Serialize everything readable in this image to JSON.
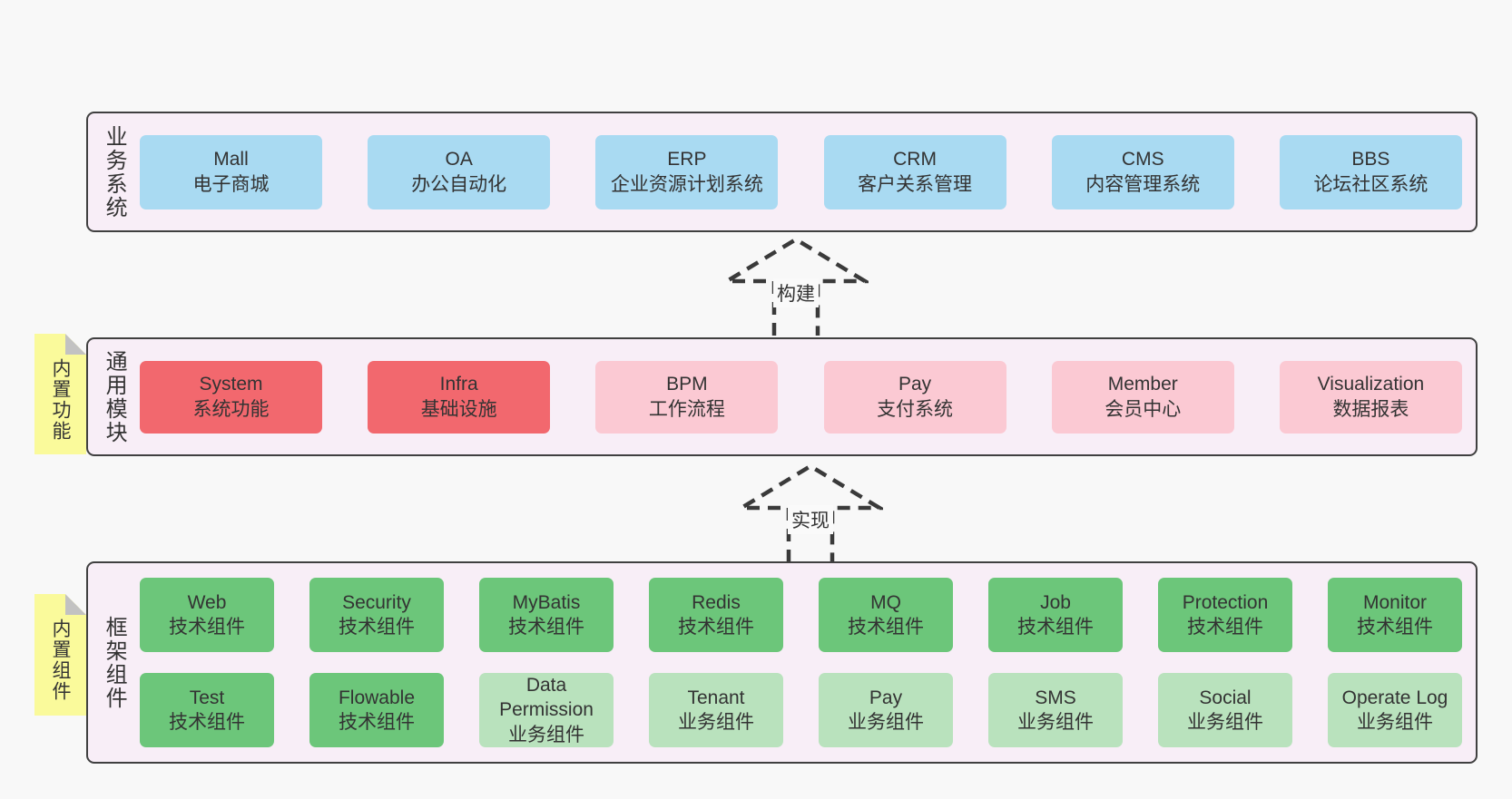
{
  "colors": {
    "canvas_bg": "#f8f8f8",
    "container_fill": "#f8eef7",
    "container_border": "#404040",
    "blue_box": "#a9daf2",
    "red_box": "#f2686e",
    "pink_box": "#fbc9d3",
    "green_box": "#6cc67a",
    "light_green_box": "#b9e2bd",
    "sticky_yellow": "#fafa9b",
    "sticky_fold_gray": "#c2c2c2",
    "text": "#333333",
    "arrow_dash": "#3a3a3a"
  },
  "arrows": [
    {
      "label": "构建"
    },
    {
      "label": "实现"
    }
  ],
  "sections": {
    "business": {
      "label": "业务系统",
      "boxes": [
        {
          "title": "Mall",
          "subtitle": "电子商城"
        },
        {
          "title": "OA",
          "subtitle": "办公自动化"
        },
        {
          "title": "ERP",
          "subtitle": "企业资源计划系统"
        },
        {
          "title": "CRM",
          "subtitle": "客户关系管理"
        },
        {
          "title": "CMS",
          "subtitle": "内容管理系统"
        },
        {
          "title": "BBS",
          "subtitle": "论坛社区系统"
        }
      ]
    },
    "modules": {
      "label": "通用模块",
      "sticky": "内置功能",
      "boxes": [
        {
          "title": "System",
          "subtitle": "系统功能"
        },
        {
          "title": "Infra",
          "subtitle": "基础设施"
        },
        {
          "title": "BPM",
          "subtitle": "工作流程"
        },
        {
          "title": "Pay",
          "subtitle": "支付系统"
        },
        {
          "title": "Member",
          "subtitle": "会员中心"
        },
        {
          "title": "Visualization",
          "subtitle": "数据报表"
        }
      ]
    },
    "components": {
      "label": "框架组件",
      "sticky": "内置组件",
      "rows": [
        [
          {
            "title": "Web",
            "subtitle": "技术组件"
          },
          {
            "title": "Security",
            "subtitle": "技术组件"
          },
          {
            "title": "MyBatis",
            "subtitle": "技术组件"
          },
          {
            "title": "Redis",
            "subtitle": "技术组件"
          },
          {
            "title": "MQ",
            "subtitle": "技术组件"
          },
          {
            "title": "Job",
            "subtitle": "技术组件"
          },
          {
            "title": "Protection",
            "subtitle": "技术组件"
          },
          {
            "title": "Monitor",
            "subtitle": "技术组件"
          }
        ],
        [
          {
            "title": "Test",
            "subtitle": "技术组件"
          },
          {
            "title": "Flowable",
            "subtitle": "技术组件"
          },
          {
            "title": "Data Permission",
            "subtitle": "业务组件"
          },
          {
            "title": "Tenant",
            "subtitle": "业务组件"
          },
          {
            "title": "Pay",
            "subtitle": "业务组件"
          },
          {
            "title": "SMS",
            "subtitle": "业务组件"
          },
          {
            "title": "Social",
            "subtitle": "业务组件"
          },
          {
            "title": "Operate Log",
            "subtitle": "业务组件"
          }
        ]
      ]
    }
  }
}
